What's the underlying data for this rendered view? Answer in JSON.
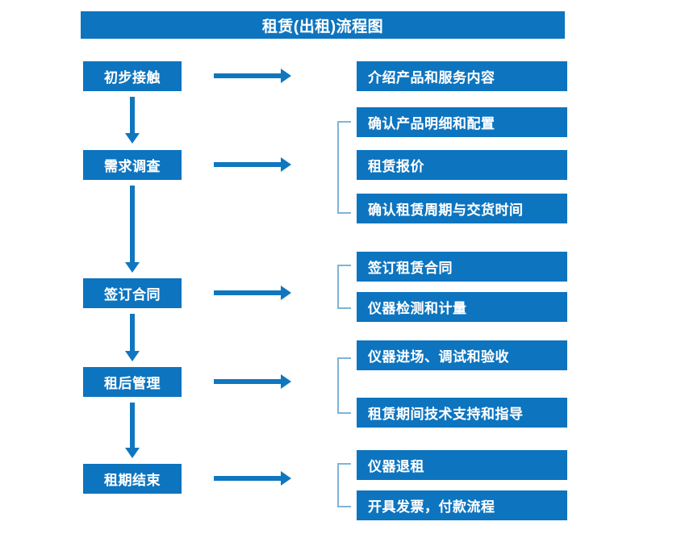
{
  "title": "租赁(出租)流程图",
  "theme": {
    "box_fill": "#0d74bf",
    "box_text": "#ffffff",
    "arrow": "#1077bf",
    "bracket": "#7fb4d8",
    "background": "#ffffff"
  },
  "stages": [
    {
      "label": "初步接触"
    },
    {
      "label": "需求调查"
    },
    {
      "label": "签订合同"
    },
    {
      "label": "租后管理"
    },
    {
      "label": "租期结束"
    }
  ],
  "details": [
    {
      "label": "介绍产品和服务内容"
    },
    {
      "label": "确认产品明细和配置"
    },
    {
      "label": "租赁报价"
    },
    {
      "label": "确认租赁周期与交货时间"
    },
    {
      "label": "签订租赁合同"
    },
    {
      "label": "仪器检测和计量"
    },
    {
      "label": "仪器进场、调试和验收"
    },
    {
      "label": "租赁期间技术支持和指导"
    },
    {
      "label": "仪器退租"
    },
    {
      "label": "开具发票，付款流程"
    }
  ],
  "groups": [
    {
      "stage": "需求调查",
      "members": [
        "确认产品明细和配置",
        "租赁报价",
        "确认租赁周期与交货时间"
      ]
    },
    {
      "stage": "签订合同",
      "members": [
        "签订租赁合同",
        "仪器检测和计量"
      ]
    },
    {
      "stage": "租后管理",
      "members": [
        "仪器进场、调试和验收",
        "租赁期间技术支持和指导"
      ]
    },
    {
      "stage": "租期结束",
      "members": [
        "仪器退租",
        "开具发票，付款流程"
      ]
    }
  ]
}
